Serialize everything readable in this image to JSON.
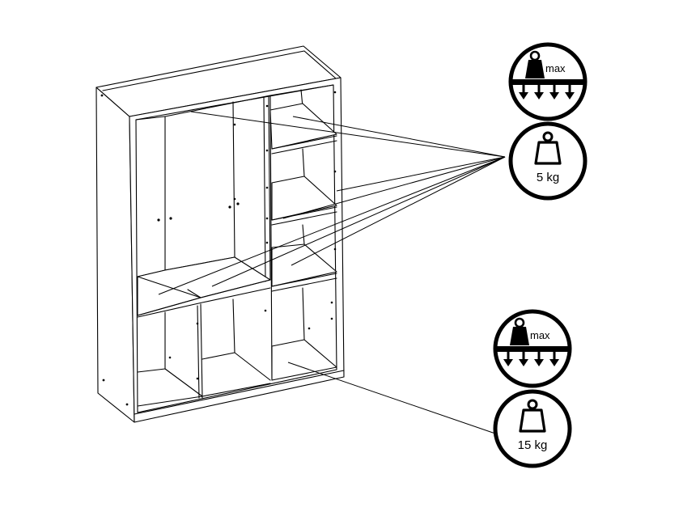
{
  "diagram": {
    "max_label": "max",
    "upper_load": {
      "weight_label": "5 kg",
      "weight_kg": 5
    },
    "lower_load": {
      "weight_label": "15 kg",
      "weight_kg": 15
    }
  }
}
